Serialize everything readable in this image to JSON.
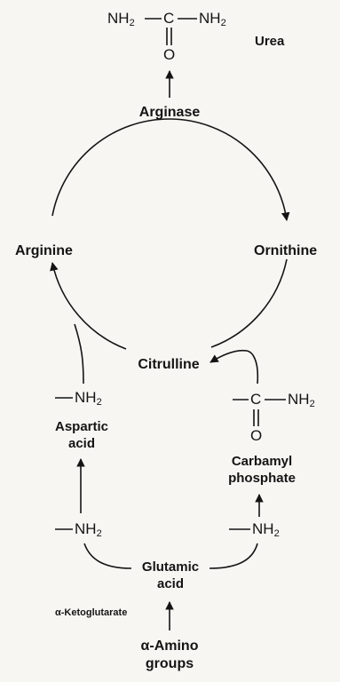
{
  "urea": {
    "formula_left": "NH",
    "formula_sub": "2",
    "formula_c": "C",
    "formula_right": "NH",
    "formula_o": "O",
    "label": "Urea"
  },
  "cycle": {
    "arginase": "Arginase",
    "arginine": "Arginine",
    "ornithine": "Ornithine",
    "citrulline": "Citrulline"
  },
  "left_branch": {
    "nh2_group": "NH",
    "nh2_sub": "2",
    "aspartic_line1": "Aspartic",
    "aspartic_line2": "acid",
    "nh2_lower": "NH",
    "nh2_lower_sub": "2"
  },
  "right_branch": {
    "carbamyl_c": "C",
    "carbamyl_nh": "NH",
    "carbamyl_sub": "2",
    "carbamyl_o": "O",
    "carbamyl_line1": "Carbamyl",
    "carbamyl_line2": "phosphate",
    "nh2_lower": "NH",
    "nh2_lower_sub": "2"
  },
  "bottom": {
    "glutamic_line1": "Glutamic",
    "glutamic_line2": "acid",
    "ketoglutarate": "α-Ketoglutarate",
    "amino_line1": "α-Amino",
    "amino_line2": "groups"
  }
}
